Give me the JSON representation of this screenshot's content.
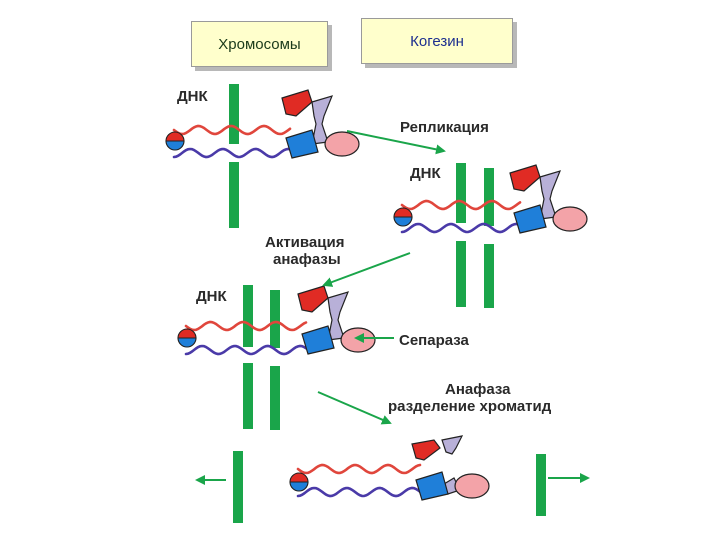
{
  "headers": {
    "chromosomes": "Хромосомы",
    "cohesin": "Когезин"
  },
  "labels": {
    "dna_1": "ДНК",
    "replication": "Репликация",
    "dna_2": "ДНК",
    "anaphase_activation_line1": "Активация",
    "anaphase_activation_line2": "анафазы",
    "dna_3": "ДНК",
    "separase": "Сепараза",
    "anaphase_line1": "Анафаза",
    "anaphase_line2": "разделение хроматид"
  },
  "colors": {
    "chromosome": "#1aa54a",
    "arrow": "#1aa54a",
    "dna_strand_red": "#e0463c",
    "dna_strand_blue": "#4a3aa8",
    "cohesin_red": "#e02b24",
    "cohesin_blue": "#1f7fd9",
    "cohesin_lavender": "#b8b0d8",
    "cohesin_pink": "#f3a3a8",
    "header_bg": "#ffffcc"
  }
}
